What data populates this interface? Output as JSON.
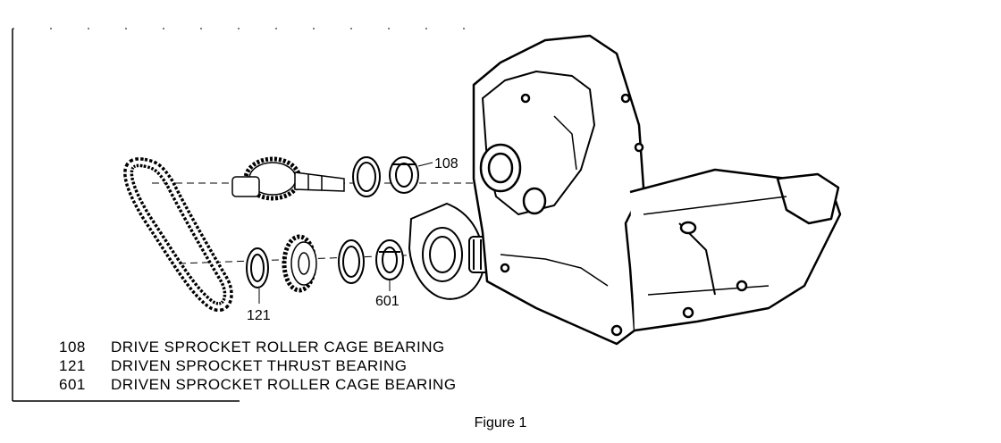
{
  "callouts": {
    "c108": "108",
    "c121": "121",
    "c601": "601"
  },
  "legend": [
    {
      "num": "108",
      "text": "DRIVE SPROCKET ROLLER CAGE BEARING"
    },
    {
      "num": "121",
      "text": "DRIVEN SPROCKET THRUST BEARING"
    },
    {
      "num": "601",
      "text": "DRIVEN SPROCKET ROLLER CAGE BEARING"
    }
  ],
  "caption": "Figure 1"
}
